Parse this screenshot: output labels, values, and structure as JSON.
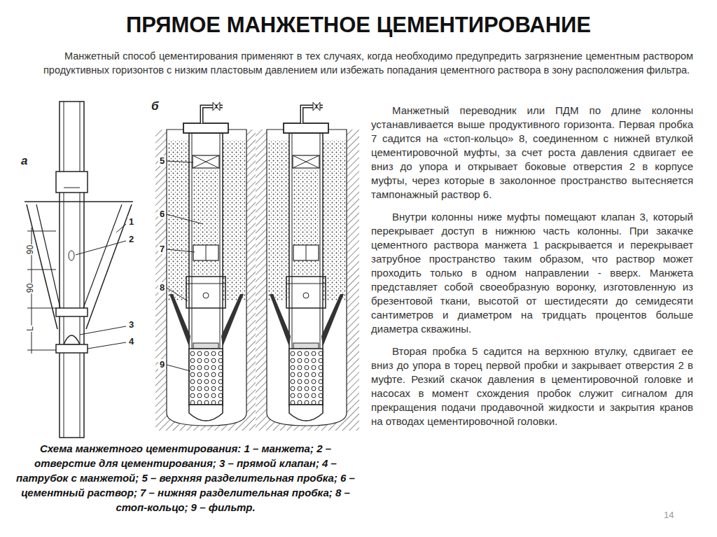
{
  "diagram": {
    "title": "ПРЯМОЕ МАНЖЕТНОЕ ЦЕМЕНТИРОВАНИЕ",
    "caption": "Схема манжетного цементирования: 1 – манжета; 2 – отверстие для цементирования; 3 – прямой клапан; 4 – патрубок с манжетой; 5 – верхняя разделительная пробка; 6 – цементный раствор; 7 – нижняя разделительная пробка; 8 – стоп-кольцо; 9 – фильтр.",
    "labels": [
      "Манжетный способ цементирования применяют в тех случаях, когда необходимо предупредить загрязнение цементным раствором продуктивных горизонтов с низким пластовым давлением или избежать попадания цементного раствора в зону расположения фильтра.",
      "Манжетный переводник или ПДМ по длине колонны устанавливается выше продуктивного горизонта. Первая пробка 7 садится на «стоп-кольцо» 8, соединенном с нижней втулкой цементировочной муфты, за счет роста давления сдвигает ее вниз до упора и открывает боковые отверстия 2 в корпусе муфты, через которые в заколонное пространство вытесняется тампонажный раствор 6.",
      "Внутри колонны ниже муфты помещают клапан 3, который перекрывает доступ в нижнюю часть колонны. При закачке цементного раствора манжета 1 раскрывается и перекрывает затрубное пространство таким образом, что раствор может проходить только в одном направлении - вверх. Манжета представляет собой своеобразную воронку, изготовленную из брезентовой ткани, высотой от шестидесяти до семидесяти сантиметров и диаметром на тридцать процентов больше диаметра скважины.",
      "Вторая пробка 5 садится на верхнюю втулку, сдвигает ее вниз до упора в торец первой пробки и закрывает отверстия 2 в муфте. Резкий скачок давления в цементировочной головке и насосах в момент схождения пробок служит сигналом для прекращения подачи продавочной жидкости и закрытия кранов на отводах цементировочной головки.",
      "а",
      "б",
      "1",
      "2",
      "3",
      "4",
      "90",
      "90",
      "L",
      "5",
      "6",
      "7",
      "8",
      "9",
      "14"
    ]
  }
}
